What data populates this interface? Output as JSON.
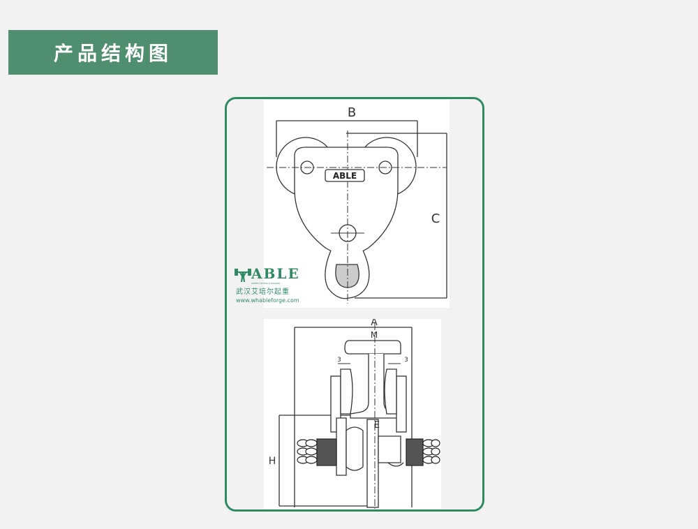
{
  "header": {
    "title": "产品结构图"
  },
  "top_diagram": {
    "label_b": "B",
    "label_c": "C",
    "plate_brand": "ABLE"
  },
  "bottom_diagram": {
    "label_a": "A",
    "label_m": "M",
    "label_e": "E",
    "label_h": "H",
    "label_3_left": "3",
    "label_3_right": "3"
  },
  "logo": {
    "brand": "ABLE",
    "tagline": "SAFETY LIFTING & RIGGING",
    "chinese_name": "武汉艾培尔起重",
    "website": "www.whableforge.com",
    "color": "#2f8a64"
  },
  "colors": {
    "banner": "#4f8e6f",
    "frame": "#2f8a64"
  }
}
